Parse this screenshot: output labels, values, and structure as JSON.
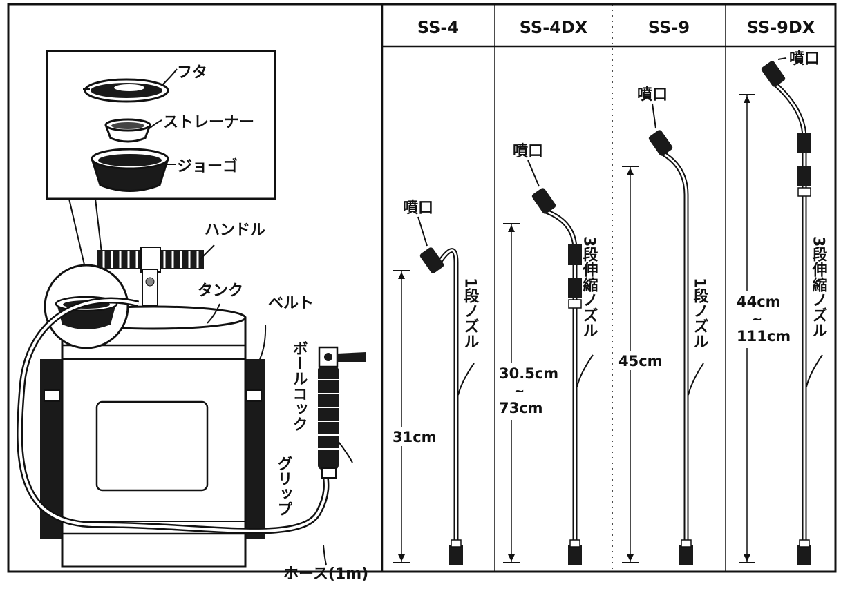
{
  "models": [
    {
      "name": "SS-4",
      "nozzle_length": [
        "31cm"
      ],
      "nozzle_type": "1段ノズル",
      "nozzle_label": "噴口"
    },
    {
      "name": "SS-4DX",
      "nozzle_length": [
        "30.5cm",
        "73cm"
      ],
      "nozzle_type": "3段伸縮ノズル",
      "nozzle_label": "噴口"
    },
    {
      "name": "SS-9",
      "nozzle_length": [
        "45cm"
      ],
      "nozzle_type": "1段ノズル",
      "nozzle_label": "噴口"
    },
    {
      "name": "SS-9DX",
      "nozzle_length": [
        "44cm",
        "111cm"
      ],
      "nozzle_type": "3段伸縮ノズル",
      "nozzle_label": "噴口"
    }
  ],
  "range_mark": "~",
  "parts": {
    "lid": "フタ",
    "strainer": "ストレーナー",
    "funnel": "ジョーゴ",
    "handle": "ハンドル",
    "tank": "タンク",
    "belt": "ベルト",
    "ball_cock": "ボールコック",
    "grip": "グリップ",
    "hose": "ホース(1m)"
  }
}
